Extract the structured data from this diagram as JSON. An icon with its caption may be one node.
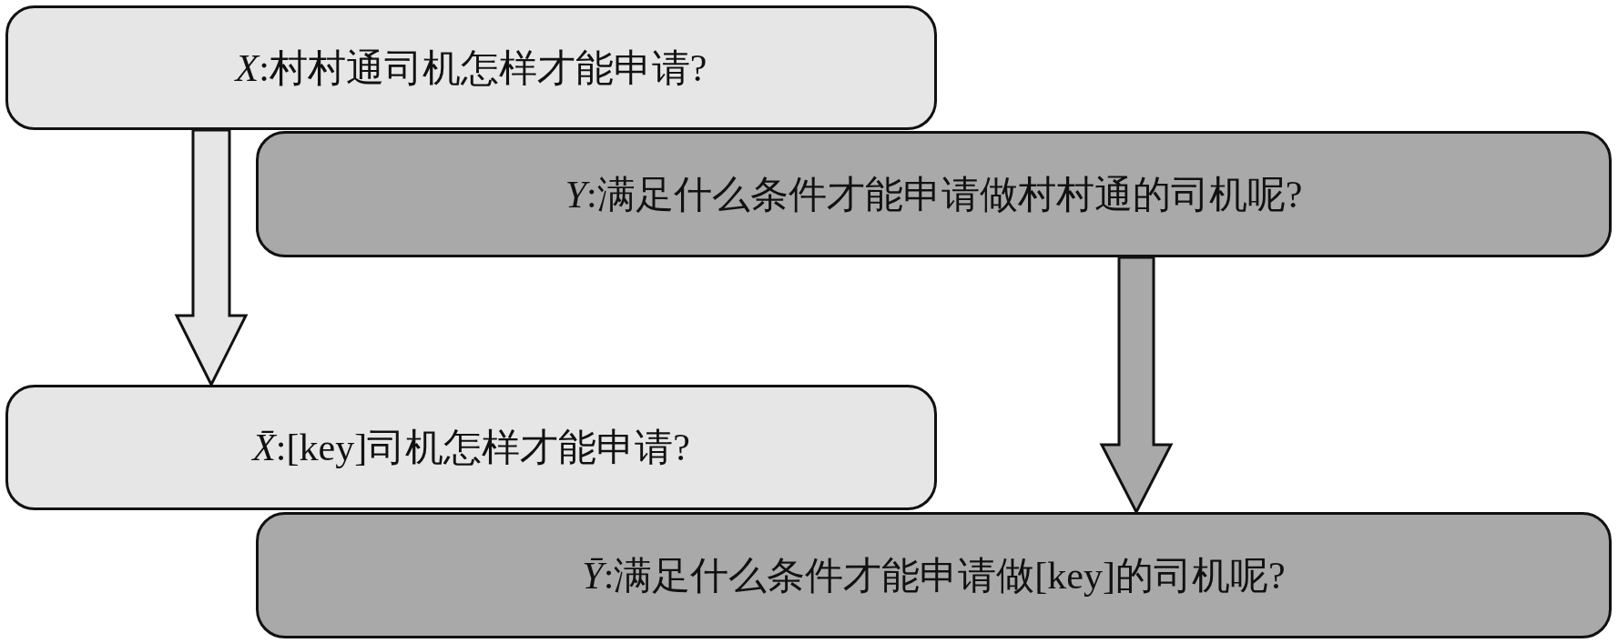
{
  "diagram": {
    "nodes": [
      {
        "text": [
          "*X*:村村通司机怎样才能申请?"
        ]
      },
      {
        "text": [
          "*Y*:满足什么条件才能申请做村村通的司机呢?"
        ]
      },
      {
        "text": [
          "*X̄*:[key]司机怎样才能申请?"
        ]
      },
      {
        "text": [
          "*Ȳ*:满足什么条件才能申请做[key]的司机呢?"
        ]
      }
    ],
    "edges": [
      {
        "from": 0,
        "to": 2,
        "arrow": "to",
        "style": "thick",
        "color": "#e6e6e6"
      },
      {
        "from": 1,
        "to": 3,
        "arrow": "to",
        "style": "thick",
        "color": "#a9a9a9"
      }
    ]
  }
}
